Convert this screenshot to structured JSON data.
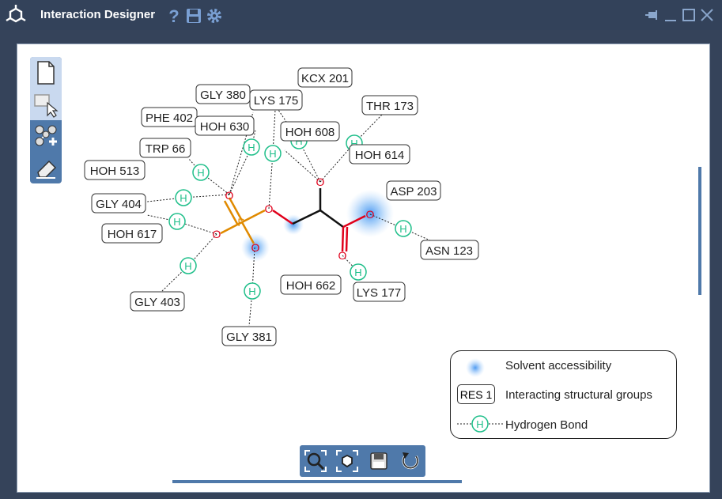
{
  "window": {
    "title": "Interaction Designer"
  },
  "residues": [
    {
      "label": "KCX 201"
    },
    {
      "label": "GLY 380"
    },
    {
      "label": "LYS 175"
    },
    {
      "label": "THR 173"
    },
    {
      "label": "PHE 402"
    },
    {
      "label": "HOH 630"
    },
    {
      "label": "HOH 608"
    },
    {
      "label": "TRP 66"
    },
    {
      "label": "HOH 614"
    },
    {
      "label": "HOH 513"
    },
    {
      "label": "ASP 203"
    },
    {
      "label": "GLY 404"
    },
    {
      "label": "HOH 617"
    },
    {
      "label": "ASN 123"
    },
    {
      "label": "HOH 662"
    },
    {
      "label": "LYS 177"
    },
    {
      "label": "GLY 403"
    },
    {
      "label": "GLY 381"
    }
  ],
  "atoms": {
    "oxygen": "O",
    "phosphorus": "P",
    "hbond": "H"
  },
  "legend": {
    "solvent": "Solvent accessibility",
    "res_sample": "RES 1",
    "groups": "Interacting structural groups",
    "hbond": "Hydrogen Bond"
  },
  "colors": {
    "titlebar": "#33425a",
    "accent": "#4f79aa",
    "hbond": "#1fbf8a",
    "oxygen": "#e0001b",
    "phosphorus": "#e08a00"
  }
}
